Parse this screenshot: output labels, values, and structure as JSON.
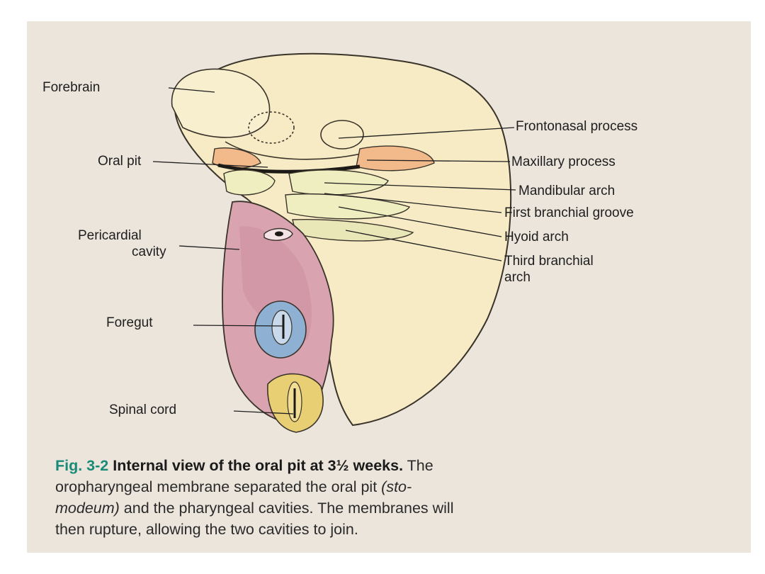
{
  "labels_left": {
    "forebrain": "Forebrain",
    "oral_pit": "Oral pit",
    "pericardial_1": "Pericardial",
    "pericardial_2": "cavity",
    "foregut": "Foregut",
    "spinal_cord": "Spinal cord"
  },
  "labels_right": {
    "frontonasal": "Frontonasal process",
    "maxillary": "Maxillary process",
    "mandibular": "Mandibular arch",
    "first_groove": "First branchial groove",
    "hyoid": "Hyoid arch",
    "third_1": "Third branchial",
    "third_2": "arch"
  },
  "caption": {
    "fig_number": "Fig. 3-2",
    "fig_title": "Internal view of the oral pit at 3½ weeks.",
    "line1_rest": "The",
    "line2": "oropharyngeal membrane separated the oral pit",
    "line2_italic": "(sto-",
    "line3_italic": "modeum)",
    "line3": "and the pharyngeal cavities. The membranes will",
    "line4": "then rupture, allowing the two cavities to join."
  },
  "colors": {
    "head": "#f6ebc4",
    "pericardial": "#d9a3b0",
    "arch": "#eeeec0",
    "maxillary": "#f2b98a",
    "foregut": "#8eb0d2",
    "spinal": "#e8cf73",
    "caption_fig": "#1a8a78"
  }
}
